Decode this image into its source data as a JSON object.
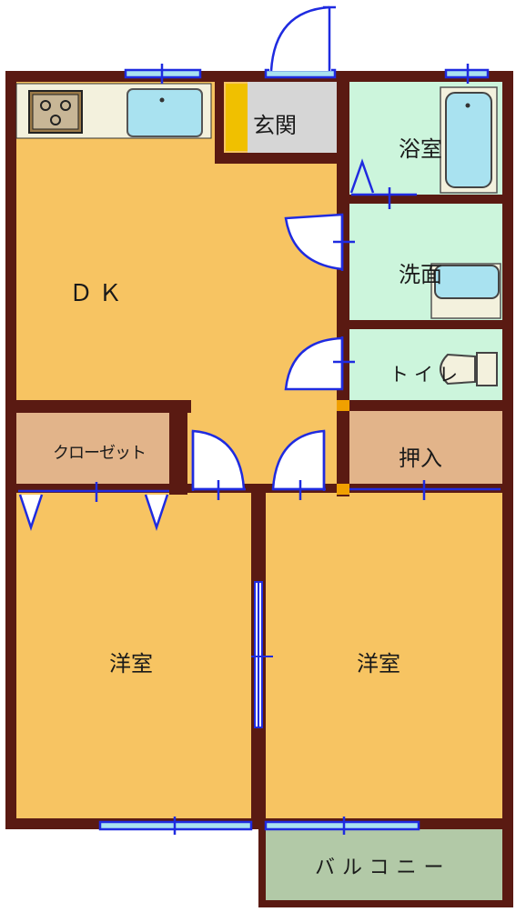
{
  "rooms": {
    "dk": "ＤＫ",
    "entrance": "玄関",
    "bath": "浴室",
    "washroom": "洗面",
    "toilet": "トイレ",
    "closet": "クローゼット",
    "oshiire": "押入",
    "western_left": "洋室",
    "western_right": "洋室",
    "balcony": "バルコニー"
  },
  "colors": {
    "wall": "#5a1a12",
    "living_floor": "#f7c462",
    "wet_area": "#ccf5dc",
    "entrance_floor": "#d6d6d6",
    "closet_floor": "#e2b48a",
    "balcony_floor": "#b2c9a7",
    "fixture": "#a9e2f0",
    "window_door_line": "#1f2be0"
  }
}
